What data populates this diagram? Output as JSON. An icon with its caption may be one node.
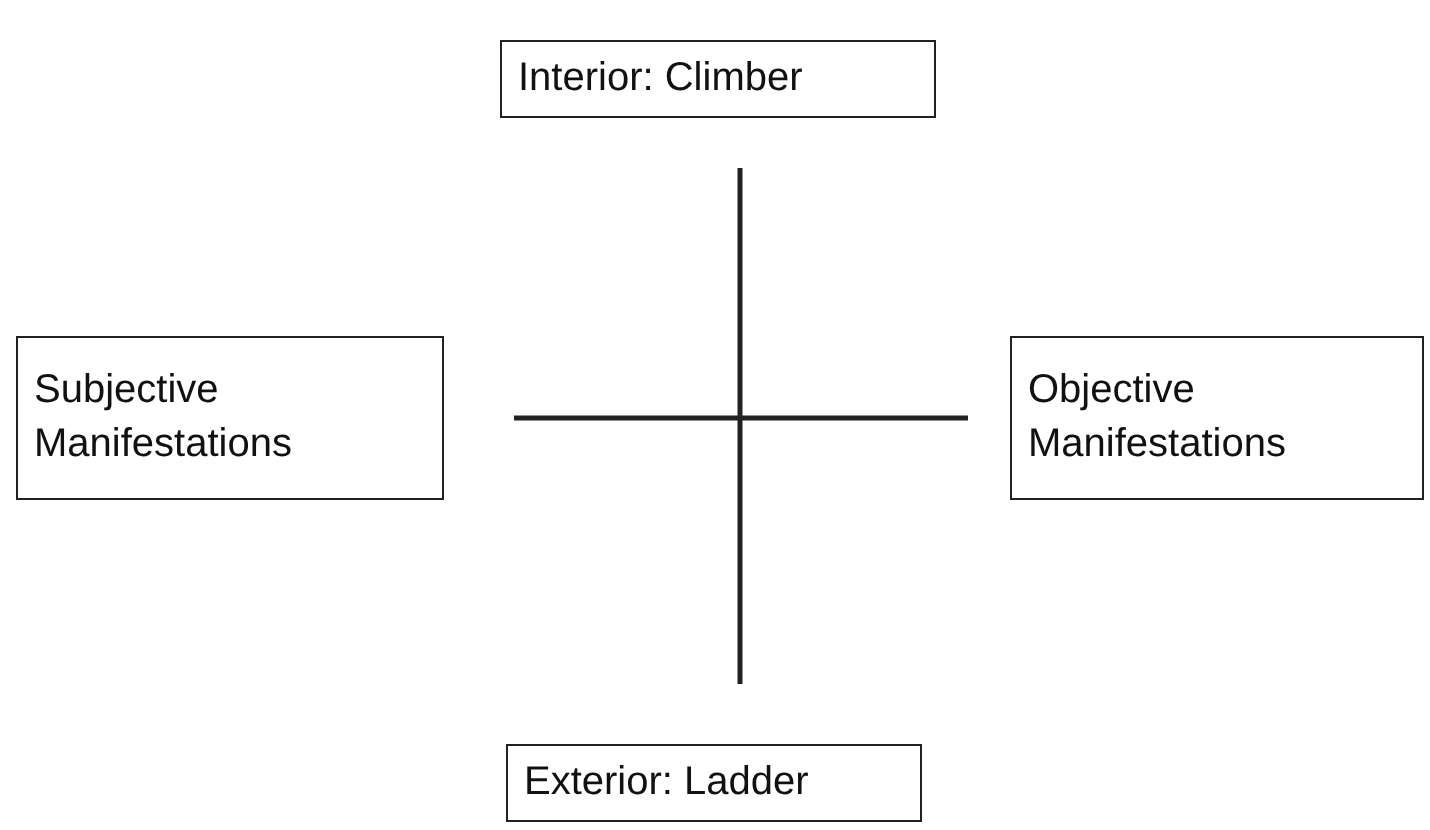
{
  "diagram": {
    "nodes": [
      {
        "text": [
          "Interior: Climber"
        ]
      },
      {
        "text": [
          "Subjective Manifestations"
        ]
      },
      {
        "text": [
          "Objective Manifestations"
        ]
      },
      {
        "text": [
          "Exterior: Ladder"
        ]
      }
    ]
  }
}
